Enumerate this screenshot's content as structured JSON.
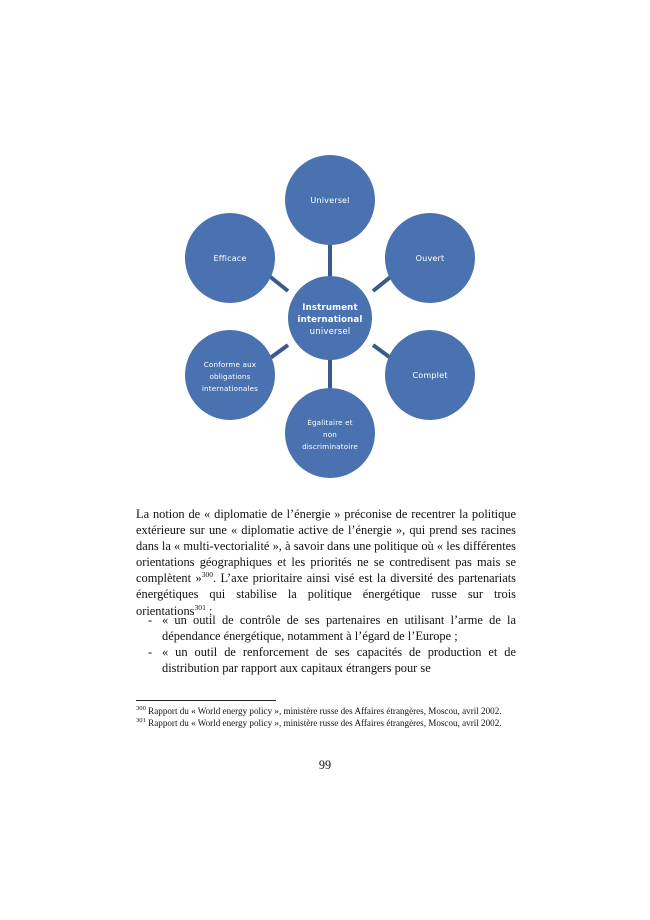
{
  "document": {
    "page_number": "99",
    "language": "fr"
  },
  "diagram": {
    "type": "hub-and-spoke",
    "accent_color": "#4A72B0",
    "connector_color": "#3A5A8C",
    "label_color": "#FFFFFF",
    "center": {
      "id": "instrument-international-universel",
      "line1": "Instrument",
      "line2": "international",
      "line3": "universel"
    },
    "nodes": [
      {
        "id": "universel",
        "lines": [
          "Universel"
        ]
      },
      {
        "id": "ouvert",
        "lines": [
          "Ouvert"
        ]
      },
      {
        "id": "complet",
        "lines": [
          "Complet"
        ]
      },
      {
        "id": "egalitaire-non-discriminatoire",
        "lines": [
          "Égalitaire et",
          "non",
          "discriminatoire"
        ]
      },
      {
        "id": "conforme-obligations-internationales",
        "lines": [
          "Conforme aux",
          "obligations",
          "internationales"
        ]
      },
      {
        "id": "efficace",
        "lines": [
          "Efficace"
        ]
      }
    ]
  },
  "body": {
    "paragraph_part1": "La notion de « diplomatie de l’énergie » préconise de recentrer la politique extérieure sur une « diplomatie active de l’énergie », qui prend ses racines dans la « multi-vectorialité », à savoir dans une politique où « les différentes orientations géographiques et les priorités ne se contredisent pas mais se complètent »",
    "footnote_ref_1": "300",
    "paragraph_part2": ". L’axe prioritaire ainsi visé est la diversité des partenariats énergétiques qui stabilise la politique énergétique russe sur trois orientations",
    "footnote_ref_2": "301",
    "paragraph_part3": " :"
  },
  "bullets": {
    "dash": "-",
    "items": [
      "« un outil de contrôle de ses partenaires en utilisant l’arme de la dépendance énergétique, notamment à l’égard de l’Europe ;",
      "« un outil de renforcement de ses capacités de production et de distribution par rapport aux capitaux étrangers pour se"
    ]
  },
  "footnotes": [
    {
      "mark": "300",
      "text": "Rapport du « World energy policy », ministère russe des Affaires étrangères, Moscou, avril 2002."
    },
    {
      "mark": "301",
      "text": "Rapport du « World energy policy », ministère russe des Affaires étrangères, Moscou, avril 2002."
    }
  ]
}
